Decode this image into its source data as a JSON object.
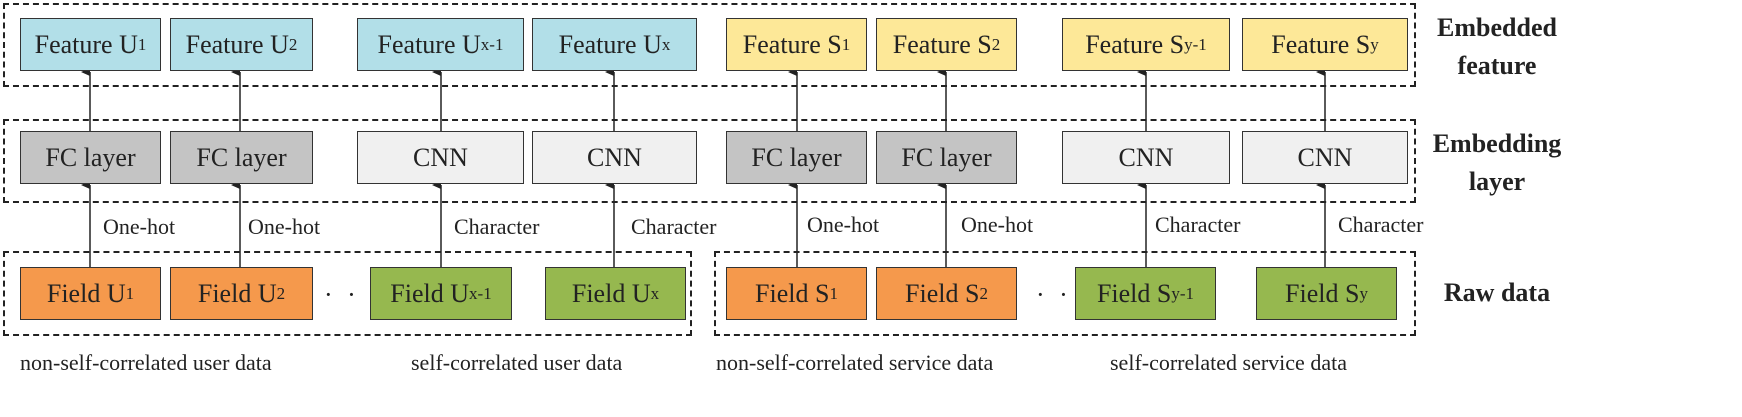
{
  "layers": {
    "embedded_feature": "Embedded feature",
    "embedded_feature_l1": "Embedded",
    "embedded_feature_l2": "feature",
    "embedding_layer_l1": "Embedding",
    "embedding_layer_l2": "layer",
    "raw_data": "Raw data"
  },
  "features": [
    {
      "base": "Feature U",
      "sub": "1"
    },
    {
      "base": "Feature U",
      "sub": "2"
    },
    {
      "base": "Feature U",
      "sub": "x-1"
    },
    {
      "base": "Feature U",
      "sub": "x"
    },
    {
      "base": "Feature S",
      "sub": "1"
    },
    {
      "base": "Feature S",
      "sub": "2"
    },
    {
      "base": "Feature S",
      "sub": "y-1"
    },
    {
      "base": "Feature S",
      "sub": "y"
    }
  ],
  "embeddings": [
    "FC layer",
    "FC layer",
    "CNN",
    "CNN",
    "FC layer",
    "FC layer",
    "CNN",
    "CNN"
  ],
  "encodings": [
    "One-hot",
    "One-hot",
    "Character",
    "Character",
    "One-hot",
    "One-hot",
    "Character",
    "Character"
  ],
  "fields": [
    {
      "base": "Field U",
      "sub": "1"
    },
    {
      "base": "Field U",
      "sub": "2"
    },
    {
      "base": "Field U",
      "sub": "x-1"
    },
    {
      "base": "Field U",
      "sub": "x"
    },
    {
      "base": "Field S",
      "sub": "1"
    },
    {
      "base": "Field S",
      "sub": "2"
    },
    {
      "base": "Field S",
      "sub": "y-1"
    },
    {
      "base": "Field S",
      "sub": "y"
    }
  ],
  "ellipsis": "· · ·",
  "captions": [
    "non-self-correlated user data",
    "self-correlated user data",
    "non-self-correlated service data",
    "self-correlated service data"
  ]
}
